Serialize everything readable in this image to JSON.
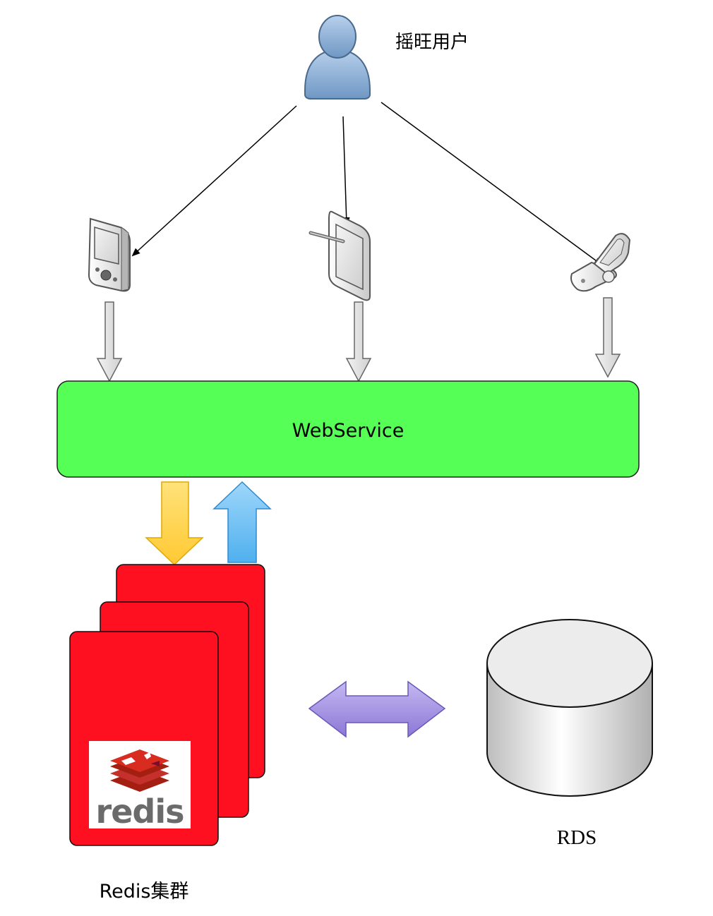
{
  "user": {
    "label": "摇旺用户"
  },
  "webservice": {
    "label": "WebService"
  },
  "redis": {
    "label": "Redis集群",
    "logo_text": "redis"
  },
  "rds": {
    "label": "RDS"
  },
  "colors": {
    "webservice_fill": "#55ff55",
    "redis_fill": "#ff1020",
    "redis_logo_red": "#c4302b",
    "arrow_down_fill": "#ffd24d",
    "arrow_up_fill": "#6cc0f5",
    "arrow_bidir_fill": "#a08ee0",
    "device_gray": "#e6e6e6",
    "user_blue": "#8aaed6"
  },
  "icons": [
    "user-icon",
    "pda-icon",
    "tablet-icon",
    "flip-phone-icon",
    "database-icon",
    "redis-logo"
  ]
}
